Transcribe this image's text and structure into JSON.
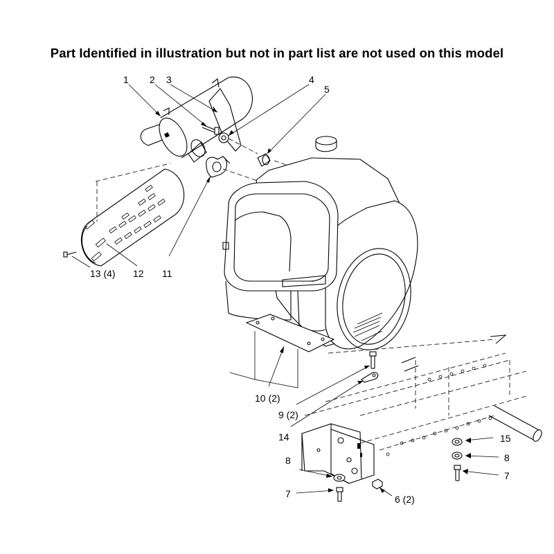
{
  "title": "Part Identified in illustration but not in part list are not used on this model",
  "callouts": [
    "1",
    "2",
    "3",
    "4",
    "5",
    "11",
    "12",
    "13 (4)",
    "10 (2)",
    "9 (2)",
    "14",
    "15",
    "8",
    "7",
    "8",
    "7",
    "6 (2)"
  ]
}
